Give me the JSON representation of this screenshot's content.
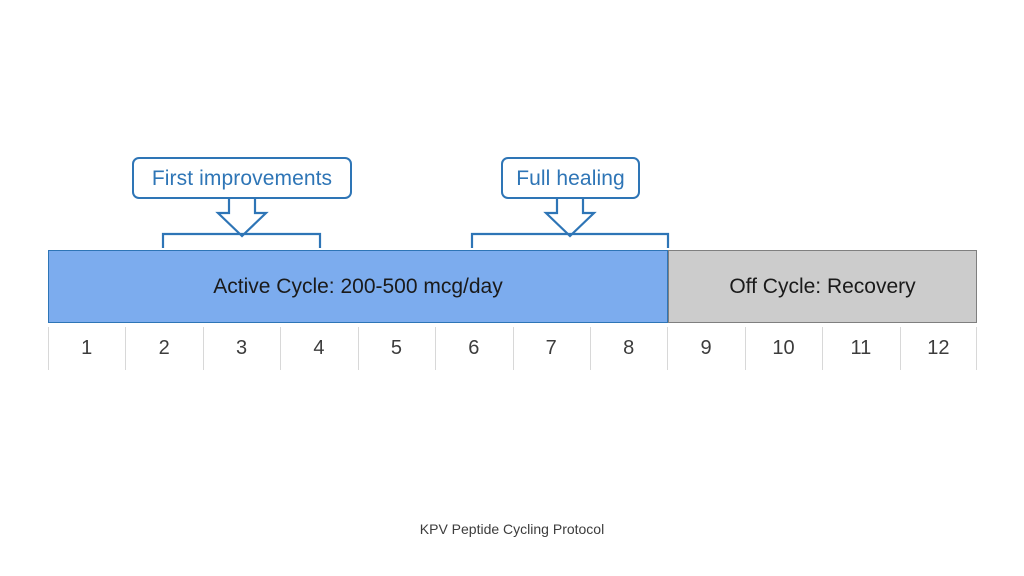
{
  "caption": "KPV Peptide Cycling Protocol",
  "colors": {
    "active_fill": "#7CACEE",
    "active_border": "#2E75B6",
    "off_fill": "#CCCCCC",
    "off_border": "#7F7F7F",
    "callout_border": "#2E75B6",
    "callout_text": "#2E75B6",
    "grid_line": "#D8D8D8",
    "background": "#FFFFFF"
  },
  "callouts": [
    {
      "id": "first-improvements",
      "label": "First improvements"
    },
    {
      "id": "full-healing",
      "label": "Full healing"
    }
  ],
  "timeline": {
    "phases": [
      {
        "id": "active-cycle",
        "label": "Active Cycle: 200-500 mcg/day",
        "start_month": 1,
        "end_month": 8
      },
      {
        "id": "off-cycle",
        "label": "Off Cycle: Recovery",
        "start_month": 9,
        "end_month": 12
      }
    ],
    "months": [
      "1",
      "2",
      "3",
      "4",
      "5",
      "6",
      "7",
      "8",
      "9",
      "10",
      "11",
      "12"
    ]
  },
  "chart_data": {
    "type": "bar",
    "title": "KPV Peptide Cycling Protocol",
    "xlabel": "",
    "ylabel": "",
    "categories": [
      "1",
      "2",
      "3",
      "4",
      "5",
      "6",
      "7",
      "8",
      "9",
      "10",
      "11",
      "12"
    ],
    "xlim": [
      1,
      12
    ],
    "grid": true,
    "legend_position": "none",
    "series": [
      {
        "name": "Active Cycle: 200-500 mcg/day",
        "span_months": [
          1,
          8
        ],
        "color": "#7CACEE",
        "values": [
          1,
          1,
          1,
          1,
          1,
          1,
          1,
          1,
          0,
          0,
          0,
          0
        ]
      },
      {
        "name": "Off Cycle: Recovery",
        "span_months": [
          9,
          12
        ],
        "color": "#CCCCCC",
        "values": [
          0,
          0,
          0,
          0,
          0,
          0,
          0,
          0,
          1,
          1,
          1,
          1
        ]
      }
    ],
    "annotations": [
      {
        "text": "First improvements",
        "bracket_months": [
          2,
          4
        ],
        "pointer_month": 3
      },
      {
        "text": "Full healing",
        "bracket_months": [
          6,
          8
        ],
        "pointer_month": 7
      }
    ]
  }
}
